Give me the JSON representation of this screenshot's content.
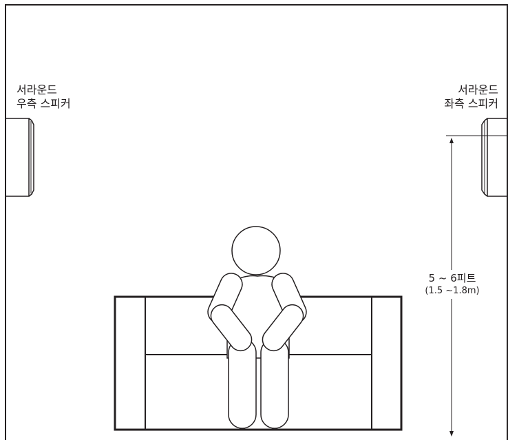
{
  "left_speaker": {
    "line1": "서라운드",
    "line2": "우측 스피커"
  },
  "right_speaker": {
    "line1": "서라운드",
    "line2": "좌측 스피커"
  },
  "distance": {
    "main": "5 ~ 6피트",
    "sub": "(1.5 ~1.8m)"
  },
  "colors": {
    "line": "#231f20",
    "background": "#ffffff"
  }
}
